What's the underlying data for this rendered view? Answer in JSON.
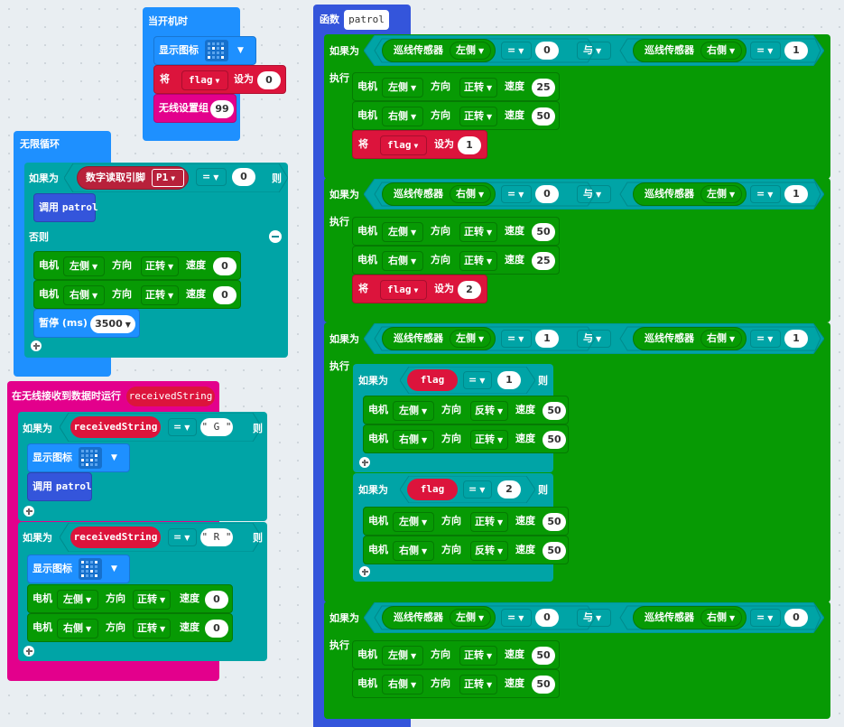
{
  "kw": {
    "on_start": "当开机时",
    "show_icon": "显示图标",
    "set": "将",
    "set_to": "设为",
    "radio_group": "无线设置组",
    "forever": "无限循环",
    "if": "如果为",
    "then": "则",
    "else": "否则",
    "do": "执行",
    "call": "调用",
    "motor": "电机",
    "direction": "方向",
    "speed": "速度",
    "pause": "暂停 (ms)",
    "digital_read": "数字读取引脚",
    "on_radio": "在无线接收到数据时运行",
    "function": "函数",
    "line_sensor": "巡线传感器",
    "and": "与",
    "left": "左侧",
    "right": "右侧",
    "forward": "正转",
    "reverse": "反转",
    "eq": "="
  },
  "vars": {
    "flag": "flag",
    "received": "receivedString",
    "patrol": "patrol"
  },
  "values": {
    "zero": "0",
    "one": "1",
    "two": "2",
    "group": "99",
    "pin": "P1",
    "pause_ms": "3500",
    "speed_25": "25",
    "speed_50": "50",
    "str_g": "\" G \"",
    "str_r": "\" R \""
  },
  "colors": {
    "basic": "#1e90ff",
    "variables": "#dc143c",
    "radio": "#e3008c",
    "logic": "#00a4a6",
    "functions": "#3455db",
    "motor": "#079a04",
    "pins": "#b8213b"
  }
}
